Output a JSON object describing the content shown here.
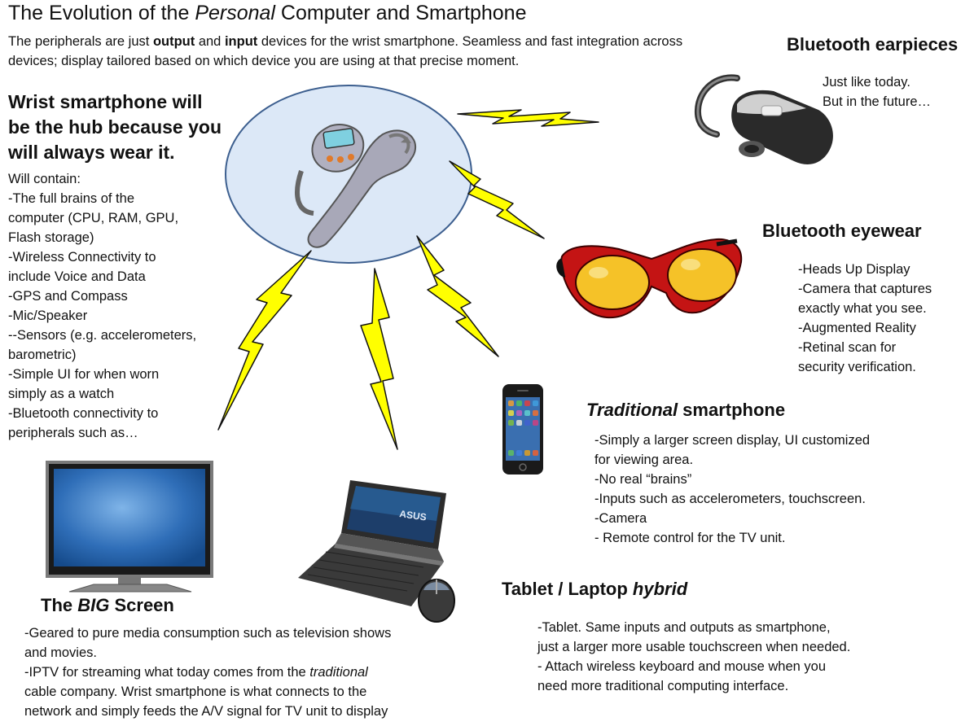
{
  "title": {
    "part1": "The Evolution of the ",
    "italic": "Personal",
    "part2": " Computer and Smartphone"
  },
  "intro": {
    "part1": "The peripherals are just ",
    "bold1": "output",
    "part2": " and ",
    "bold2": "input",
    "part3": " devices for the wrist smartphone.  Seamless and fast integration across devices; display tailored based on which device you are using at that precise moment."
  },
  "hub": {
    "heading_lines": [
      "Wrist smartphone will",
      "be the hub because you",
      "will always wear it."
    ],
    "body_lines": [
      "Will contain:",
      "-The full brains of the",
      "computer (CPU, RAM, GPU,",
      "Flash storage)",
      "-Wireless Connectivity to",
      "include Voice and Data",
      "-GPS and Compass",
      "-Mic/Speaker",
      "--Sensors (e.g. accelerometers,",
      "barometric)",
      "-Simple UI for when worn",
      "simply as a watch",
      "-Bluetooth connectivity to",
      "peripherals such as…"
    ]
  },
  "earpiece": {
    "heading": "Bluetooth earpieces",
    "body_lines": [
      "Just like today.",
      "But in the future…"
    ]
  },
  "eyewear": {
    "heading": "Bluetooth eyewear",
    "body_lines": [
      "-Heads Up Display",
      "-Camera that captures",
      "exactly what you see.",
      "-Augmented Reality",
      "-Retinal scan for",
      "security verification."
    ]
  },
  "smartphone": {
    "heading_italic": "Traditional",
    "heading_rest": " smartphone",
    "body_lines": [
      "-Simply a larger screen display, UI customized",
      "for viewing area.",
      "-No real “brains”",
      "-Inputs such as accelerometers, touchscreen.",
      "-Camera",
      "- Remote control for the TV unit."
    ]
  },
  "tablet": {
    "heading_rest": "Tablet / Laptop ",
    "heading_italic": "hybrid",
    "body_lines": [
      "-Tablet.  Same inputs and outputs as smartphone,",
      "just a larger more usable touchscreen when needed.",
      "- Attach wireless keyboard and mouse when you",
      "need more traditional computing interface."
    ],
    "logo_text": "ASUS"
  },
  "bigscreen": {
    "heading_a": "The ",
    "heading_italic": "BIG",
    "heading_b": " Screen",
    "line1": "-Geared to pure media consumption such as television shows",
    "line2": "and movies.",
    "line3_a": "-IPTV for streaming what today comes from the ",
    "line3_italic": "traditional",
    "line4": "cable company.  Wrist smartphone is what connects to the",
    "line5": "network and simply feeds the A/V signal for TV unit to display"
  },
  "colors": {
    "hub_fill": "#dce8f7",
    "hub_stroke": "#3d5f8f",
    "bolt_fill": "#ffff00",
    "bolt_stroke": "#111111"
  }
}
